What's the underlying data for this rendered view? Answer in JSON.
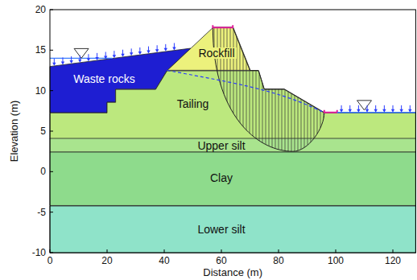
{
  "diagram": {
    "nodes": [
      {
        "text": [
          "Waste rocks"
        ]
      },
      {
        "text": [
          "Rockfill"
        ]
      },
      {
        "text": [
          "Tailing"
        ]
      },
      {
        "text": [
          "Upper silt"
        ]
      },
      {
        "text": [
          "Clay"
        ]
      },
      {
        "text": [
          "Lower silt"
        ]
      }
    ],
    "labels": [
      "20",
      "15",
      "10",
      "5",
      "0",
      "-5",
      "-10",
      "0",
      "20",
      "40",
      "60",
      "80",
      "100",
      "120",
      "Elevation (m)",
      "Distance (m)"
    ]
  }
}
